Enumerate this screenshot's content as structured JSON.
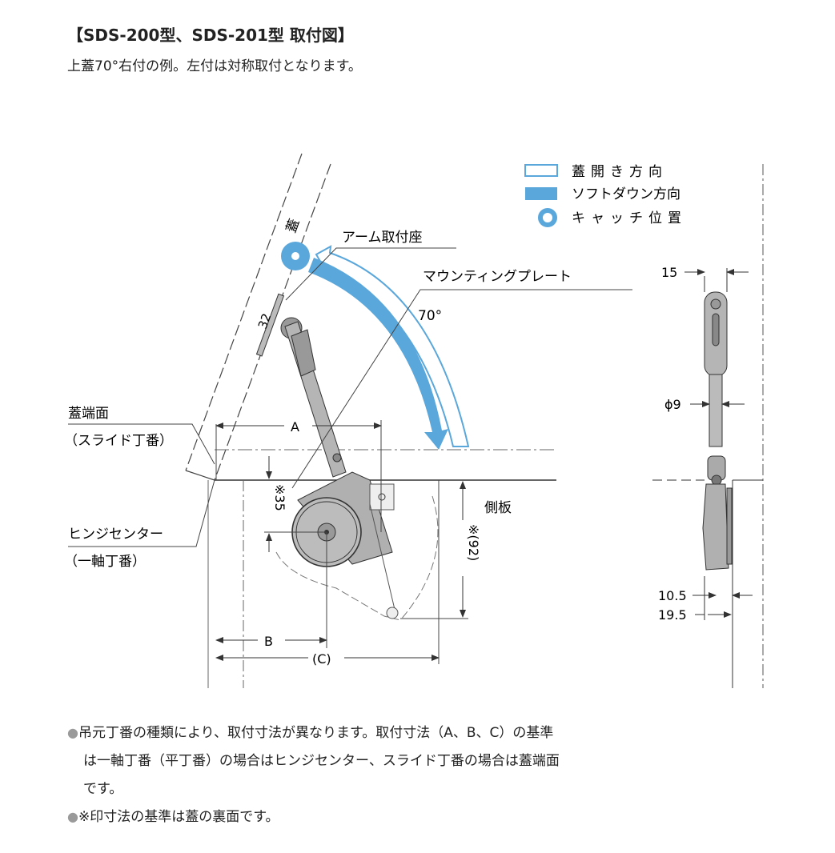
{
  "title": "【SDS-200型、SDS-201型 取付図】",
  "subtitle": "上蓋70°右付の例。左付は対称取付となります。",
  "colors": {
    "accent": "#5aa7dc",
    "line": "#333333",
    "part": "#aaaaaa"
  },
  "legend": [
    {
      "icon": "outline-arrow-swatch",
      "label": "蓋開き方向"
    },
    {
      "icon": "filled-arrow-swatch",
      "label": "ソフトダウン方向"
    },
    {
      "icon": "catch-ring-icon",
      "label": "キャッチ位置"
    }
  ],
  "labels": {
    "lid": "蓋",
    "arm_mount": "アーム取付座",
    "mounting_plate": "マウンティングプレート",
    "angle": "70°",
    "lid_edge": "蓋端面",
    "slide_hinge": "（スライド丁番）",
    "hinge_center": "ヒンジセンター",
    "single_hinge": "（一軸丁番）",
    "side_panel": "側板"
  },
  "dimensions": {
    "plate": "32",
    "a": "A",
    "b": "B",
    "c": "(C)",
    "d35": "※35",
    "d92": "※(92)",
    "w15": "15",
    "phi9": "ϕ9",
    "d10_5": "10.5",
    "d19_5": "19.5"
  },
  "notes": [
    {
      "bullet": "●",
      "text": "吊元丁番の種類により、取付寸法が異なります。取付寸法（A、B、C）の基準",
      "cont": [
        "は一軸丁番（平丁番）の場合はヒンジセンター、スライド丁番の場合は蓋端面",
        "です。"
      ]
    },
    {
      "bullet": "●",
      "text": "※印寸法の基準は蓋の裏面です。"
    }
  ]
}
